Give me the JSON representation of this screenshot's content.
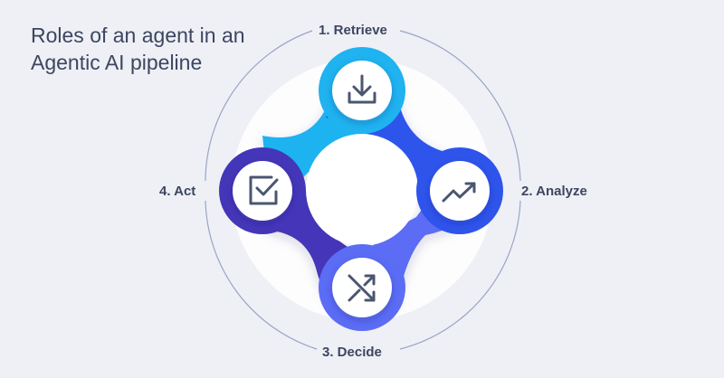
{
  "title": {
    "line1": "Roles of an agent in an",
    "line2": "Agentic AI pipeline"
  },
  "steps": [
    {
      "label": "1. Retrieve",
      "icon": "download-tray-icon",
      "color": "#1fb3f0"
    },
    {
      "label": "2. Analyze",
      "icon": "trending-up-icon",
      "color": "#2f54eb"
    },
    {
      "label": "3. Decide",
      "icon": "shuffle-icon",
      "color": "#5b6cf5"
    },
    {
      "label": "4. Act",
      "icon": "checkbox-icon",
      "color": "#4436b8"
    }
  ],
  "colors": {
    "background": "#eef0f6",
    "outer_ring": "#9aa4c4",
    "icon_stroke": "#4a5670",
    "text": "#3d4660"
  }
}
